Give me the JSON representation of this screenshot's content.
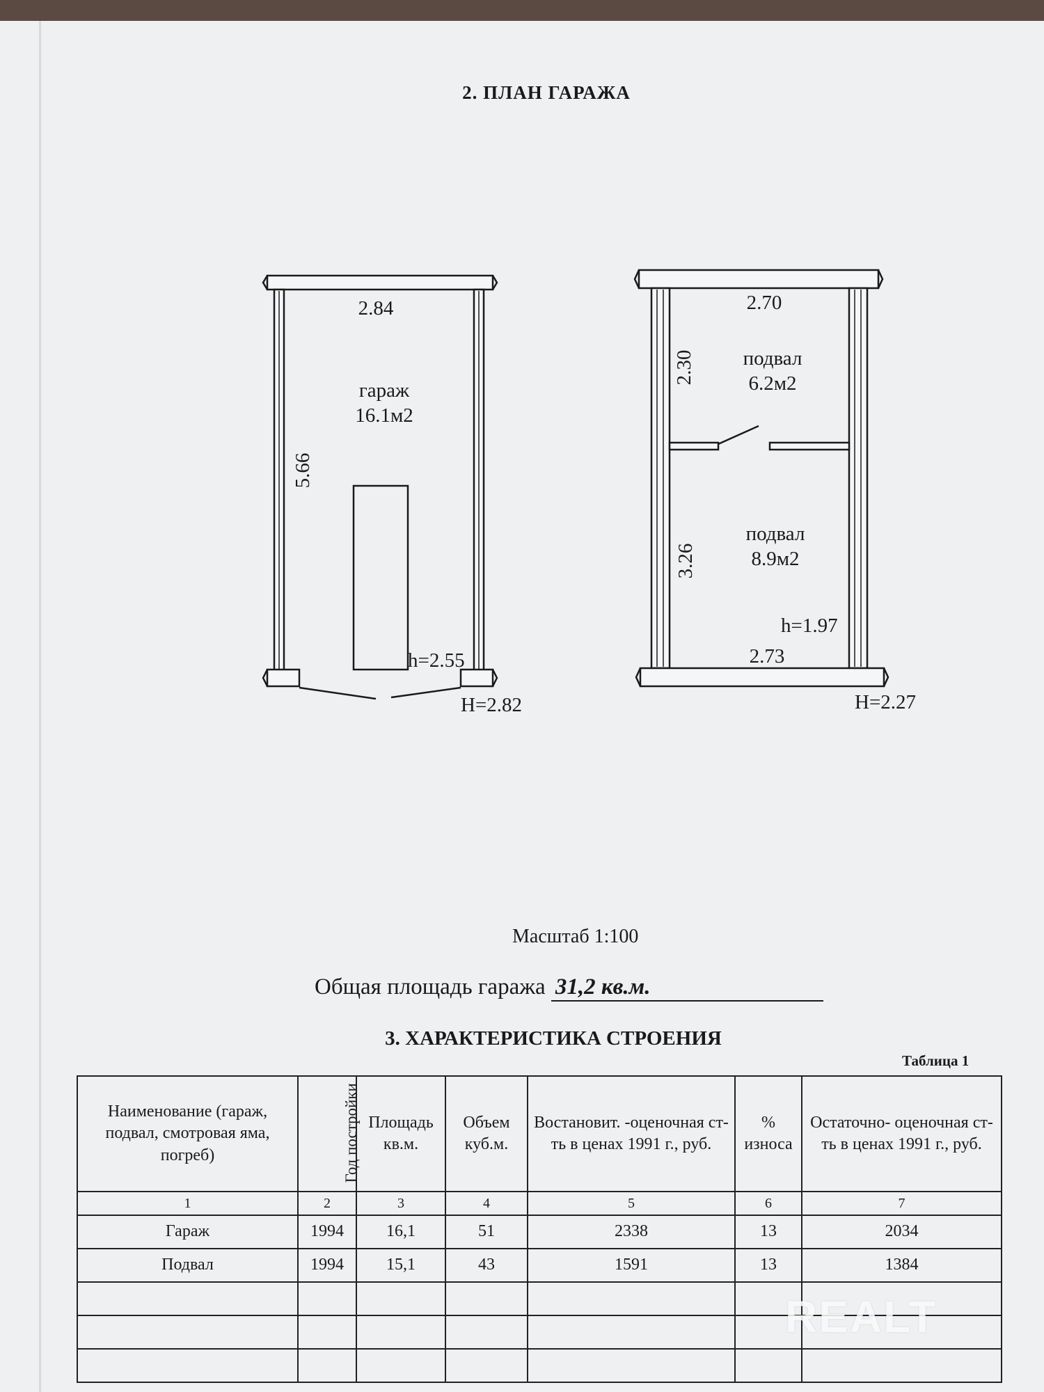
{
  "heading": "2. ПЛАН  ГАРАЖА",
  "plan_left": {
    "width_top": "2.84",
    "length": "5.66",
    "room_name": "гараж",
    "room_area": "16.1м2",
    "h": "h=2.55",
    "H": "H=2.82"
  },
  "plan_right": {
    "width_top": "2.70",
    "width_bottom": "2.73",
    "upper_length": "2.30",
    "lower_length": "3.26",
    "upper_room_name": "подвал",
    "upper_room_area": "6.2м2",
    "lower_room_name": "подвал",
    "lower_room_area": "8.9м2",
    "h": "h=1.97",
    "H": "H=2.27"
  },
  "scale": "Масштаб 1:100",
  "total_area_label": "Общая площадь гаража",
  "total_area_value": "31,2 кв.м.",
  "section3_title": "3. ХАРАКТЕРИСТИКА СТРОЕНИЯ",
  "table_caption": "Таблица 1",
  "table": {
    "headers": [
      "Наименование (гараж, подвал, смотровая яма, погреб)",
      "Год постройки",
      "Площадь кв.м.",
      "Объем куб.м.",
      "Востановит. -оценочная ст-ть в ценах 1991 г., руб.",
      "% износа",
      "Остаточно- оценочная ст-ть в ценах 1991 г., руб."
    ],
    "numbers": [
      "1",
      "2",
      "3",
      "4",
      "5",
      "6",
      "7"
    ],
    "rows": [
      [
        "Гараж",
        "1994",
        "16,1",
        "51",
        "2338",
        "13",
        "2034"
      ],
      [
        "Подвал",
        "1994",
        "15,1",
        "43",
        "1591",
        "13",
        "1384"
      ]
    ]
  },
  "watermark": "REALT"
}
